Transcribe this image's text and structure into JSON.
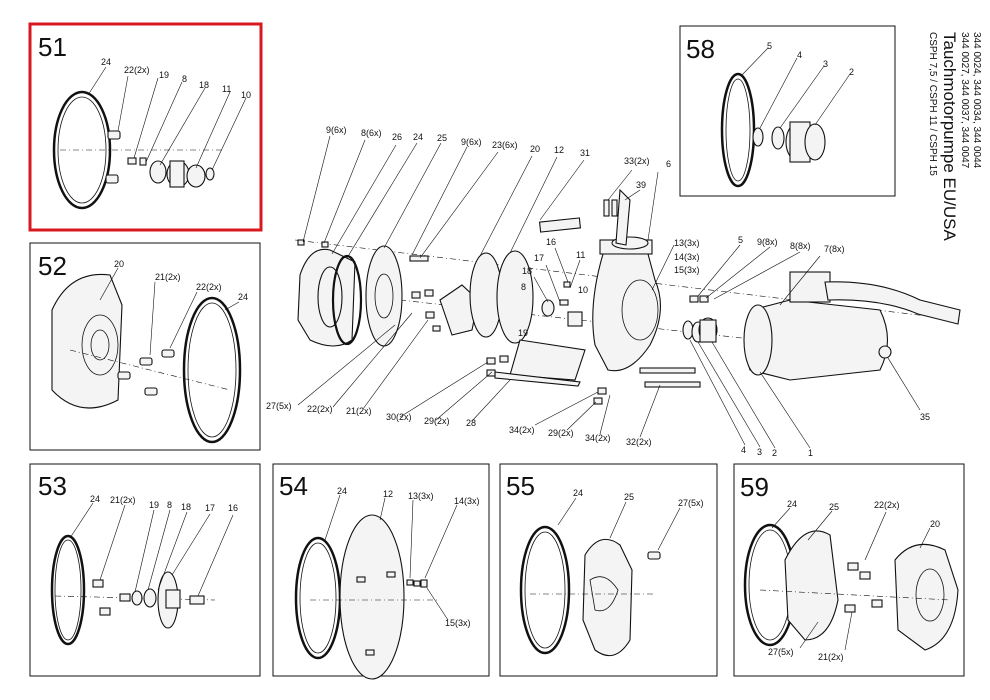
{
  "title": {
    "line1": "Tauchmotorpumpe EU/USA",
    "line2": "CSPH 7,5 / CSPH 11 / CSPH 15",
    "line3": "344 0027, 344 0037, 344 0047",
    "line4": "344 0024, 344 0034, 344 0044"
  },
  "highlight_color": "#d8191f",
  "panels": [
    {
      "id": "51",
      "highlighted": true,
      "labels": [
        "24",
        "22(2x)",
        "19",
        "8",
        "18",
        "11",
        "10"
      ]
    },
    {
      "id": "52",
      "labels": [
        "20",
        "21(2x)",
        "22(2x)",
        "24"
      ]
    },
    {
      "id": "53",
      "labels": [
        "24",
        "21(2x)",
        "19",
        "8",
        "18",
        "17",
        "16"
      ]
    },
    {
      "id": "54",
      "labels": [
        "24",
        "12",
        "13(3x)",
        "14(3x)",
        "15(3x)"
      ]
    },
    {
      "id": "55",
      "labels": [
        "24",
        "25",
        "27(5x)"
      ]
    },
    {
      "id": "58",
      "labels": [
        "5",
        "4",
        "3",
        "2"
      ]
    },
    {
      "id": "59",
      "labels": [
        "24",
        "25",
        "22(2x)",
        "20",
        "27(5x)",
        "21(2x)"
      ]
    }
  ],
  "main_labels": {
    "top": [
      "9(6x)",
      "8(6x)",
      "26",
      "24",
      "25",
      "9(6x)",
      "23(6x)",
      "20",
      "12",
      "31",
      "33(2x)",
      "6",
      "39",
      "16",
      "11",
      "17",
      "18",
      "10",
      "8",
      "19",
      "13(3x)",
      "5",
      "9(8x)",
      "8(8x)",
      "7(8x)",
      "14(3x)",
      "15(3x)"
    ],
    "bottom": [
      "27(5x)",
      "22(2x)",
      "21(2x)",
      "30(2x)",
      "29(2x)",
      "28",
      "34(2x)",
      "29(2x)",
      "34(2x)",
      "32(2x)",
      "4",
      "3",
      "2",
      "1",
      "35"
    ]
  }
}
